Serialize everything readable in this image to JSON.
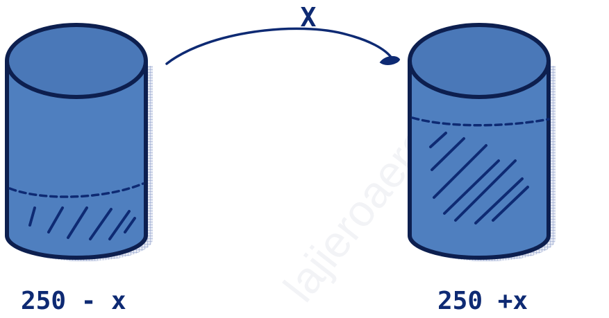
{
  "diagram": {
    "transfer_label": "X",
    "left_label": "250 - x",
    "right_label": "250 +x",
    "left_fill_level": 0.35,
    "right_fill_level": 0.8,
    "watermark": "lajieroaerobarco",
    "colors": {
      "cylinder_fill": "#4f7fbf",
      "cylinder_top": "#4a78b8",
      "outline": "#0d1f4f",
      "ink": "#0e2a73",
      "shadow": "#8a9bc8"
    }
  }
}
